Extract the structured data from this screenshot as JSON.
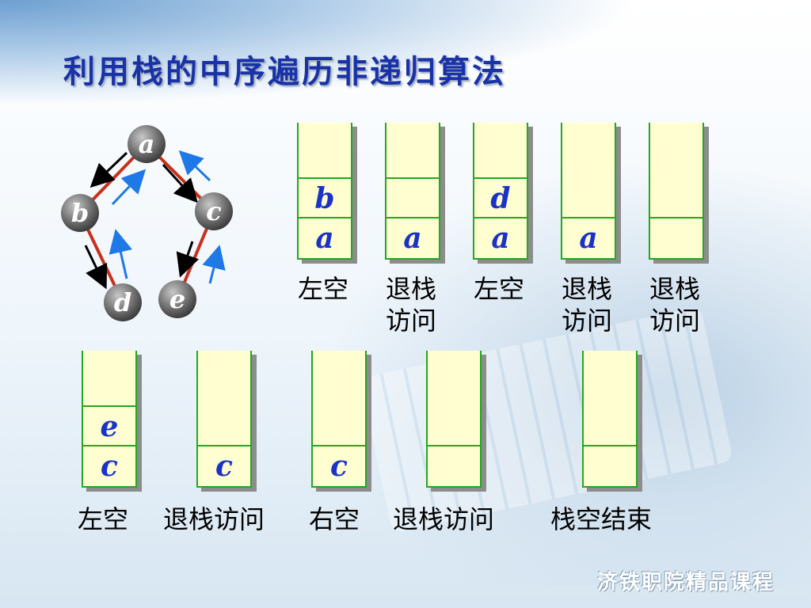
{
  "title": "利用栈的中序遍历非递归算法",
  "tree": {
    "nodes": [
      "a",
      "b",
      "c",
      "d",
      "e"
    ],
    "colors": {
      "edge": "#c8301a",
      "down_arrow": "#000000",
      "up_arrow": "#1e78e6",
      "node": "#707070"
    }
  },
  "stacks_top": [
    {
      "slots": [
        "a",
        "b"
      ],
      "caption": [
        "左空"
      ]
    },
    {
      "slots": [
        "a",
        ""
      ],
      "caption": [
        "退栈",
        "访问"
      ]
    },
    {
      "slots": [
        "a",
        "d"
      ],
      "caption": [
        "左空"
      ]
    },
    {
      "slots": [
        "a"
      ],
      "caption": [
        "退栈",
        "访问"
      ]
    },
    {
      "slots": [
        ""
      ],
      "caption": [
        "退栈",
        "访问"
      ]
    }
  ],
  "stacks_bottom": [
    {
      "slots": [
        "c",
        "e"
      ],
      "caption": "左空"
    },
    {
      "slots": [
        "c"
      ],
      "caption": "退栈访问"
    },
    {
      "slots": [
        "c"
      ],
      "caption": "右空"
    },
    {
      "slots": [
        ""
      ],
      "caption": "退栈访问"
    },
    {
      "slots": [
        ""
      ],
      "caption": "栈空结束"
    }
  ],
  "brand": "济铁职院精品课程",
  "colors": {
    "title": "#1a32a8",
    "stack_fill": "#fefed0",
    "stack_border": "#22a822",
    "slot_text": "#1a32c8"
  }
}
